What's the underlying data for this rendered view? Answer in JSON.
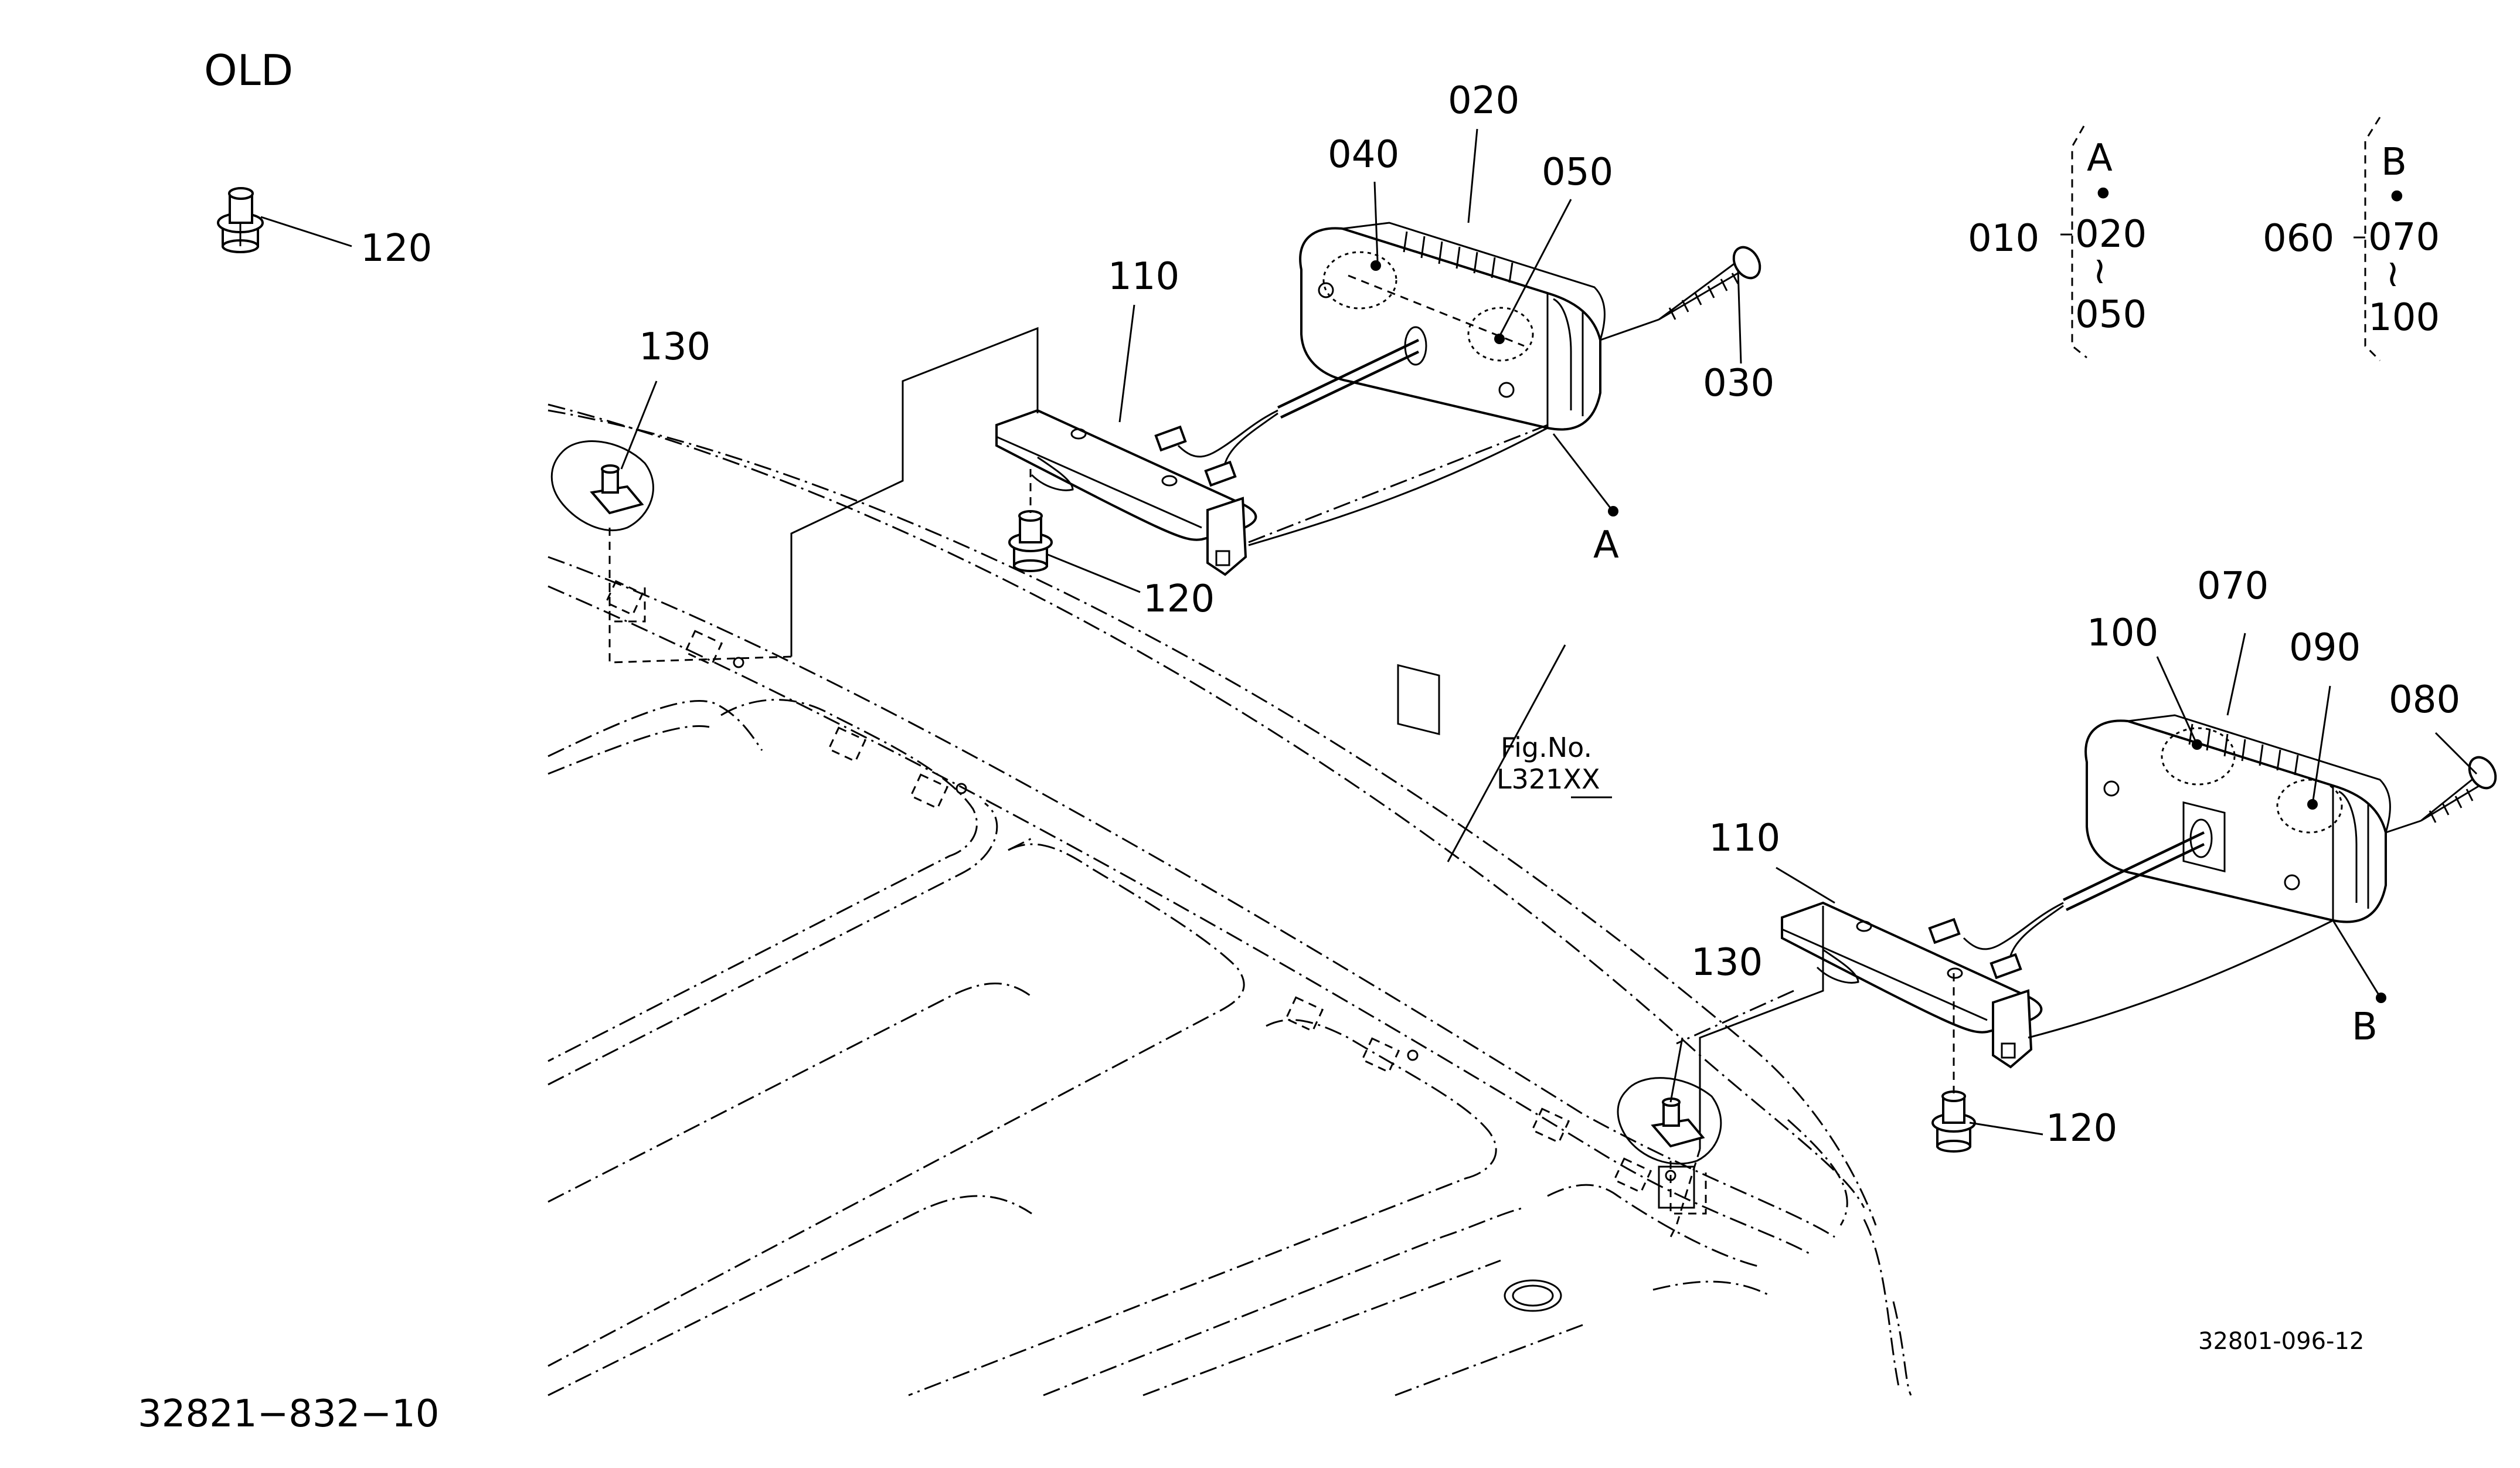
{
  "header": {
    "variant_label": "OLD"
  },
  "callouts": {
    "p010": "010",
    "p020": "020",
    "p030": "030",
    "p040": "040",
    "p050": "050",
    "p060": "060",
    "p070": "070",
    "p080": "080",
    "p090": "090",
    "p100": "100",
    "p110": "110",
    "p120": "120",
    "p130": "130"
  },
  "views": {
    "a": "A",
    "b": "B"
  },
  "legend_a": {
    "letter": "A",
    "dot": "•",
    "from": "020",
    "tilde": "≀",
    "to": "050",
    "parent": "010"
  },
  "legend_b": {
    "letter": "B",
    "dot": "•",
    "from": "070",
    "tilde": "≀",
    "to": "100",
    "parent": "060"
  },
  "reference": {
    "line1": "Fig.No.",
    "line2": "L321XX"
  },
  "codes": {
    "bottom_left": "32821−832−10",
    "bottom_right": "32801-096-12"
  }
}
